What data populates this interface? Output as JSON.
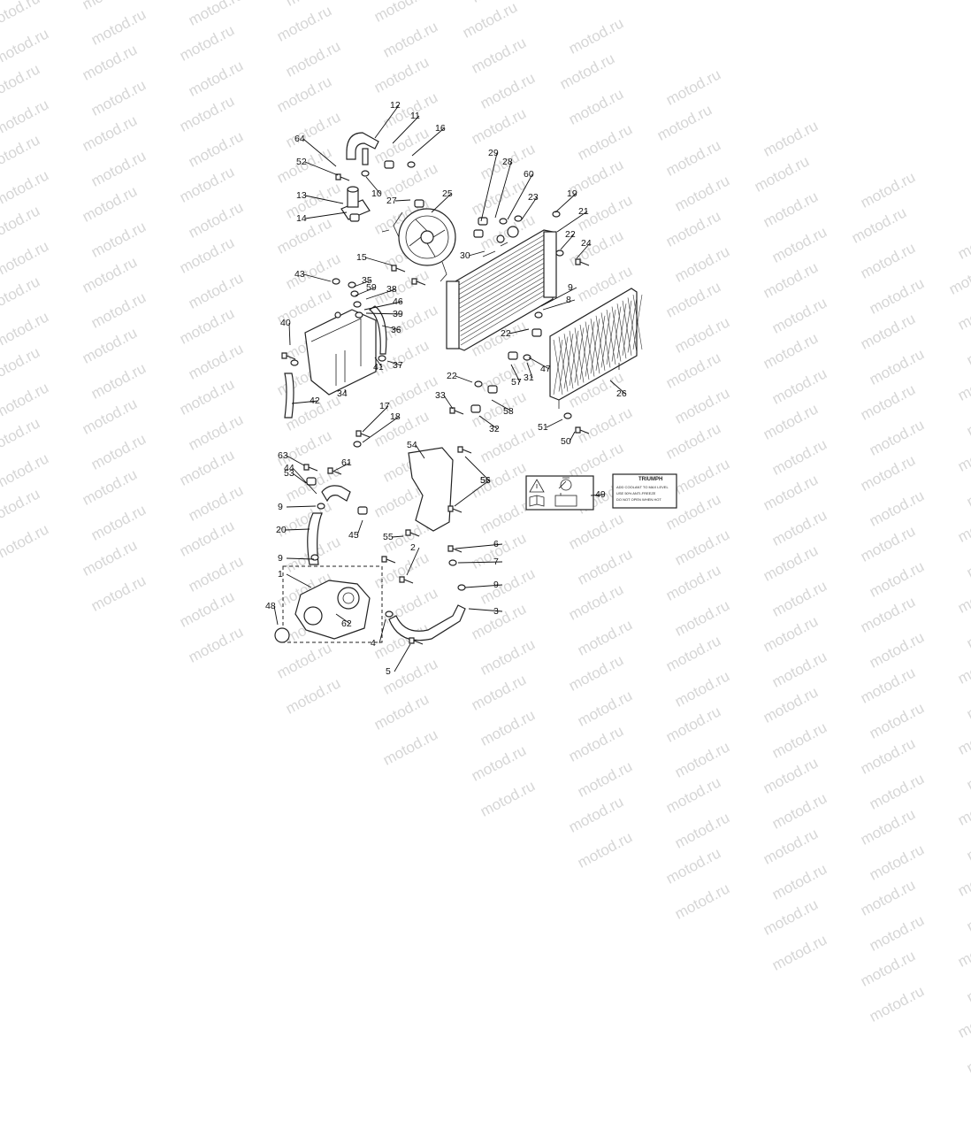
{
  "watermark": "motod.ru",
  "callouts": [
    "1",
    "2",
    "3",
    "4",
    "5",
    "6",
    "7",
    "8",
    "9",
    "10",
    "11",
    "12",
    "13",
    "14",
    "15",
    "16",
    "17",
    "18",
    "19",
    "20",
    "21",
    "22",
    "23",
    "24",
    "25",
    "26",
    "27",
    "28",
    "29",
    "30",
    "31",
    "32",
    "33",
    "34",
    "35",
    "36",
    "37",
    "38",
    "39",
    "40",
    "41",
    "42",
    "43",
    "44",
    "45",
    "46",
    "47",
    "48",
    "49",
    "50",
    "51",
    "52",
    "53",
    "54",
    "55",
    "56",
    "57",
    "58",
    "59",
    "60",
    "61",
    "62",
    "63",
    "64"
  ],
  "label_panel": {
    "brand": "TRIUMPH",
    "lines": [
      "ADD COOLANT TO MAX LEVEL",
      "USE 50% ANTI-FREEZE",
      "DO NOT OPEN WHEN HOT"
    ]
  },
  "icons": [
    "warning-triangle-icon",
    "book-icon",
    "hot-hand-icon",
    "battery-icon"
  ]
}
